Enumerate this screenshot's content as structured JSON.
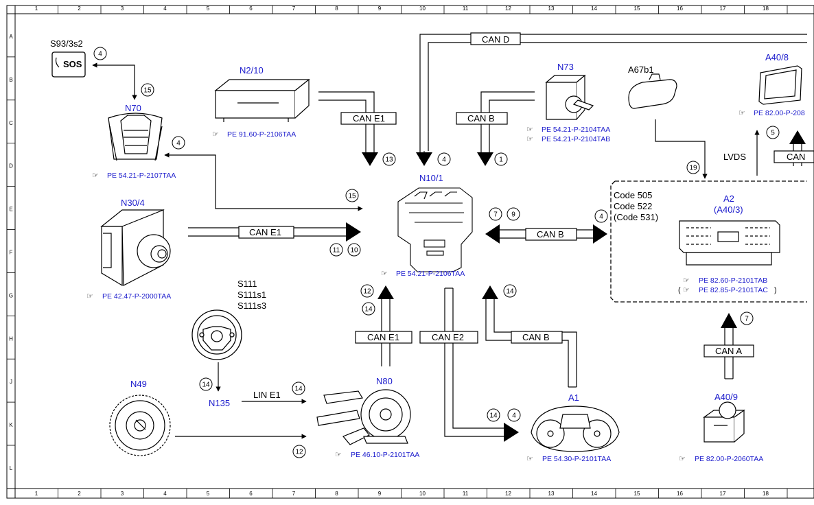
{
  "grid": {
    "columns": [
      "1",
      "2",
      "3",
      "4",
      "5",
      "6",
      "7",
      "8",
      "9",
      "10",
      "11",
      "12",
      "13",
      "14",
      "15",
      "16",
      "17",
      "18"
    ],
    "rows": [
      "A",
      "B",
      "C",
      "D",
      "E",
      "F",
      "G",
      "H",
      "J",
      "K",
      "L"
    ]
  },
  "components": {
    "s93": "S93/3s2",
    "sos": "SOS",
    "n70": "N70",
    "n70_ref": "PE 54.21-P-2107TAA",
    "n2": "N2/10",
    "n2_ref": "PE 91.60-P-2106TAA",
    "n73": "N73",
    "n73_ref1": "PE 54.21-P-2104TAA",
    "n73_ref2": "PE 54.21-P-2104TAB",
    "a67": "A67b1",
    "a40_8": "A40/8",
    "a40_8_ref": "PE 82.00-P-208",
    "n10": "N10/1",
    "n10_ref": "PE 54.21-P-2106TAA",
    "n30": "N30/4",
    "n30_ref": "PE 42.47-P-2000TAA",
    "s111": "S111",
    "s111s1": "S111s1",
    "s111s3": "S111s3",
    "n135": "N135",
    "n49": "N49",
    "n80": "N80",
    "n80_ref": "PE 46.10-P-2101TAA",
    "a1": "A1",
    "a1_ref": "PE 54.30-P-2101TAA",
    "a2": "A2",
    "a2_sub": "(A40/3)",
    "a2_ref1": "PE 82.60-P-2101TAB",
    "a2_ref2": "PE 82.85-P-2101TAC",
    "code505": "Code 505",
    "code522": "Code 522",
    "code531": "(Code 531)",
    "a40_9": "A40/9",
    "a40_9_ref": "PE 82.00-P-2060TAA"
  },
  "buses": {
    "can_d": "CAN D",
    "can_e1_top": "CAN E1",
    "can_b_top": "CAN B",
    "can_e1_mid": "CAN E1",
    "can_b_mid": "CAN B",
    "can_e1_low": "CAN E1",
    "can_e2": "CAN E2",
    "can_b_low": "CAN B",
    "can_a": "CAN A",
    "can_right": "CAN",
    "lvds": "LVDS",
    "lin_e1": "LIN E1"
  },
  "markers": {
    "m_s93": "4",
    "m_n70_15": "15",
    "m_n70_4": "4",
    "m_e1_13": "13",
    "m_d_4": "4",
    "m_b_1": "1",
    "m_e15": "15",
    "m_11": "11",
    "m_10": "10",
    "m_7": "7",
    "m_9": "9",
    "m_4r": "4",
    "m_19": "19",
    "m_5": "5",
    "m_12a": "12",
    "m_14a": "14",
    "m_14b": "14",
    "m_14c": "14",
    "m_14d": "14",
    "m_12b": "12",
    "m_14e": "14",
    "m_4e": "4",
    "m_7a": "7"
  }
}
